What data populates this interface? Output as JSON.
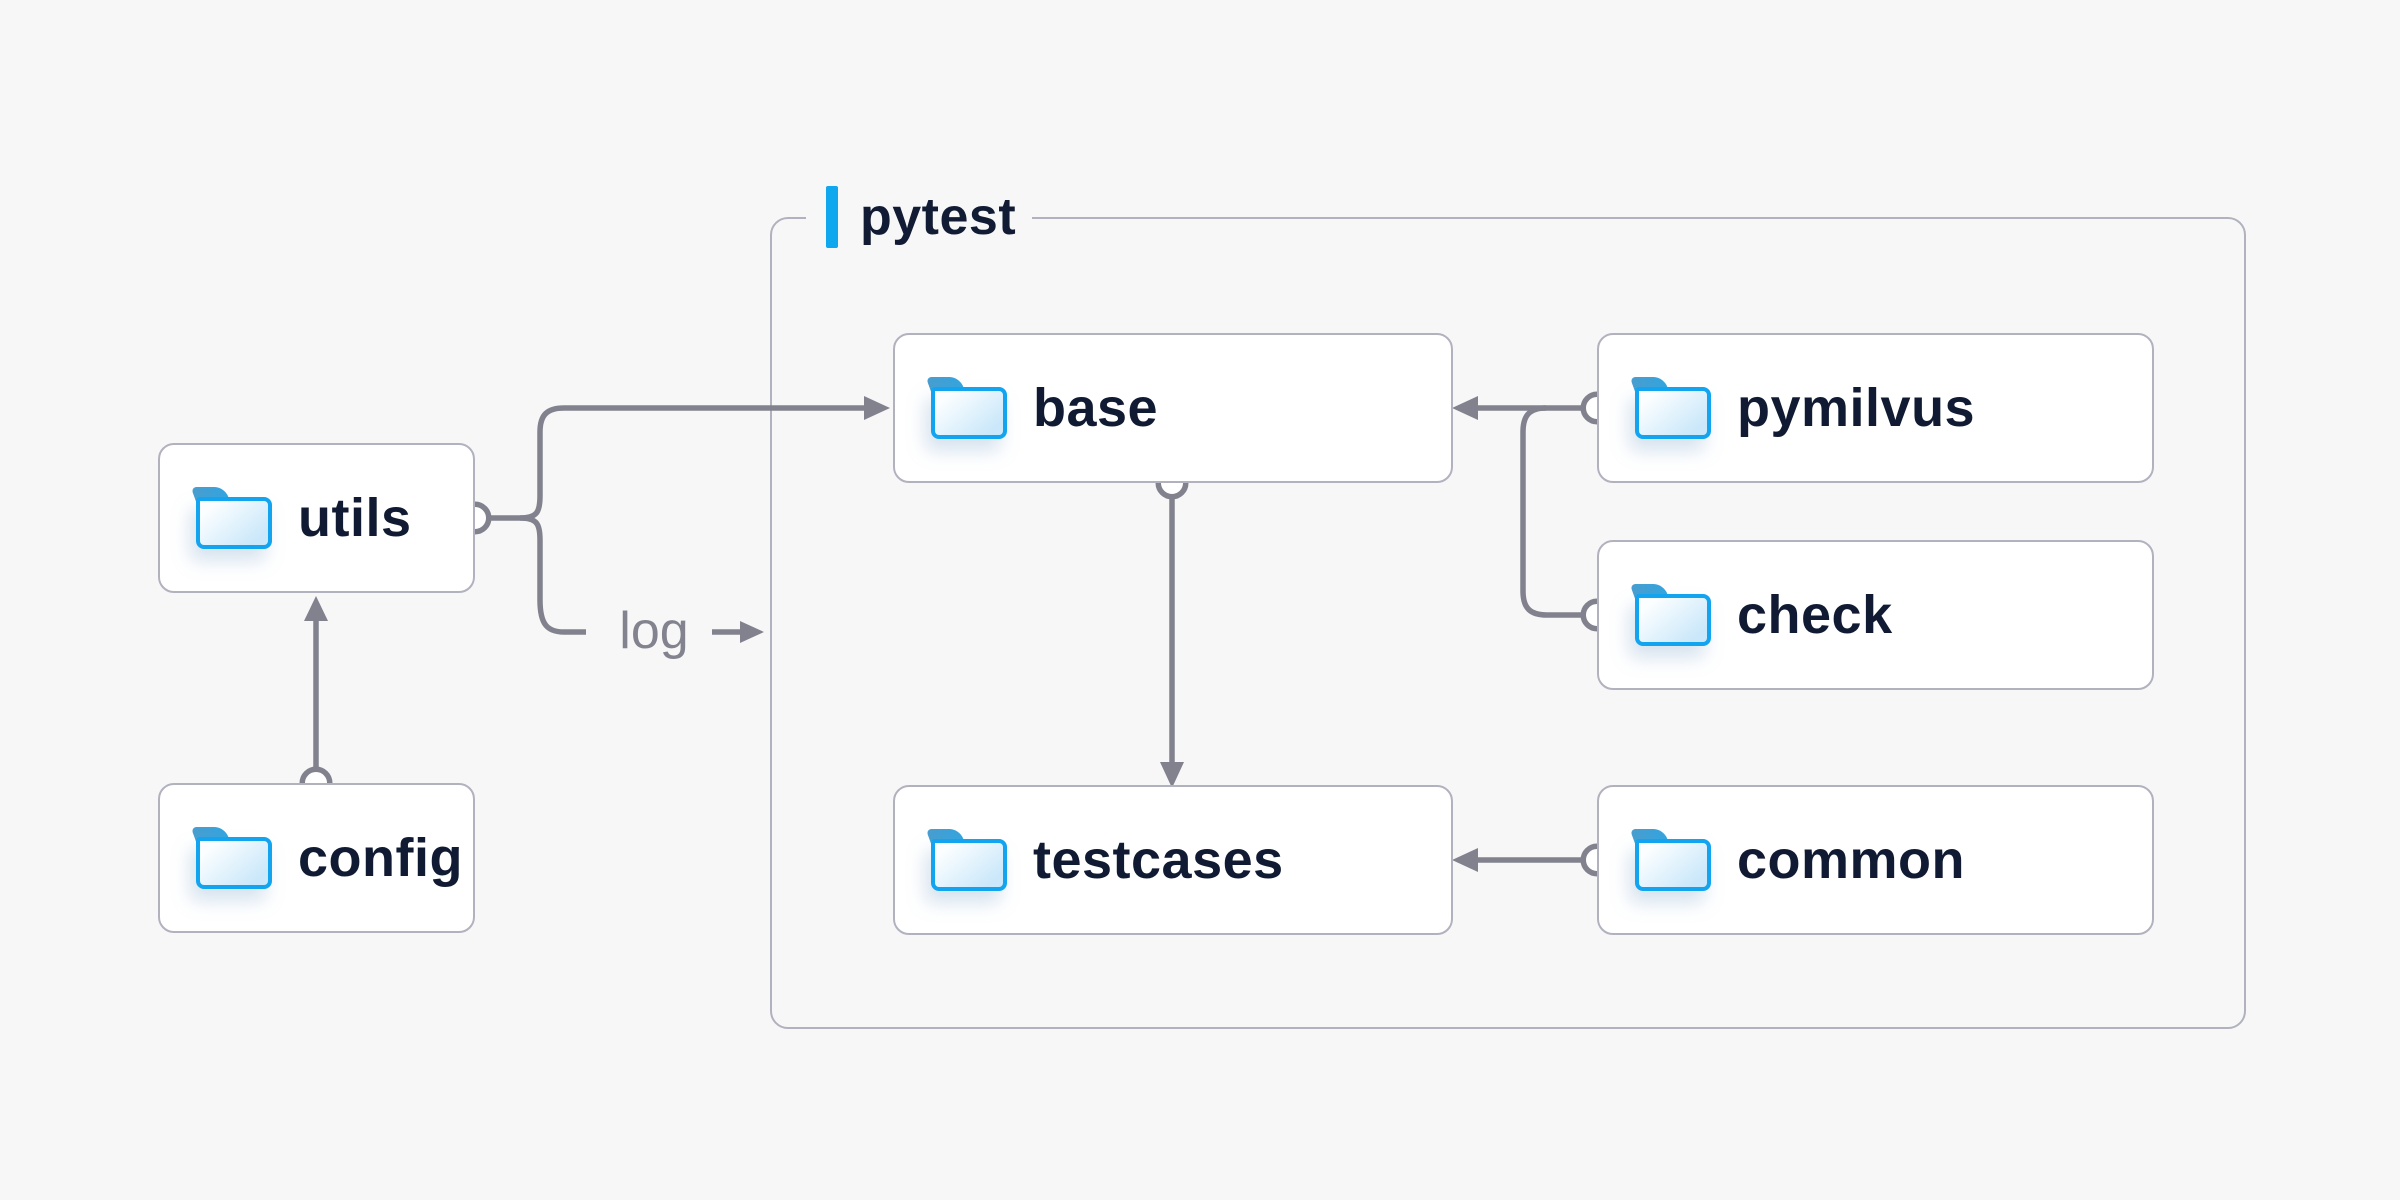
{
  "diagram": {
    "title_group": {
      "label": "pytest"
    },
    "nodes": [
      {
        "id": "utils",
        "label": "utils"
      },
      {
        "id": "config",
        "label": "config"
      },
      {
        "id": "base",
        "label": "base"
      },
      {
        "id": "pymilvus",
        "label": "pymilvus"
      },
      {
        "id": "check",
        "label": "check"
      },
      {
        "id": "testcases",
        "label": "testcases"
      },
      {
        "id": "common",
        "label": "common"
      }
    ],
    "edges": [
      {
        "from": "config",
        "to": "utils"
      },
      {
        "from": "utils",
        "to": "base"
      },
      {
        "from": "utils",
        "to": "log",
        "label": "log"
      },
      {
        "from": "pymilvus",
        "to": "base"
      },
      {
        "from": "check",
        "to": "base"
      },
      {
        "from": "base",
        "to": "testcases"
      },
      {
        "from": "common",
        "to": "testcases"
      }
    ],
    "edge_log_label": "log",
    "colors": {
      "background": "#f7f7f8",
      "node_background": "#ffffff",
      "node_border": "#b2b2bf",
      "node_text": "#101b33",
      "connector_gray": "#82828e",
      "accent_blue": "#0fa7ee",
      "folder_border_blue": "#12a4ef",
      "folder_tab_blue": "#37a0d6",
      "log_text_gray": "#83838f"
    }
  }
}
